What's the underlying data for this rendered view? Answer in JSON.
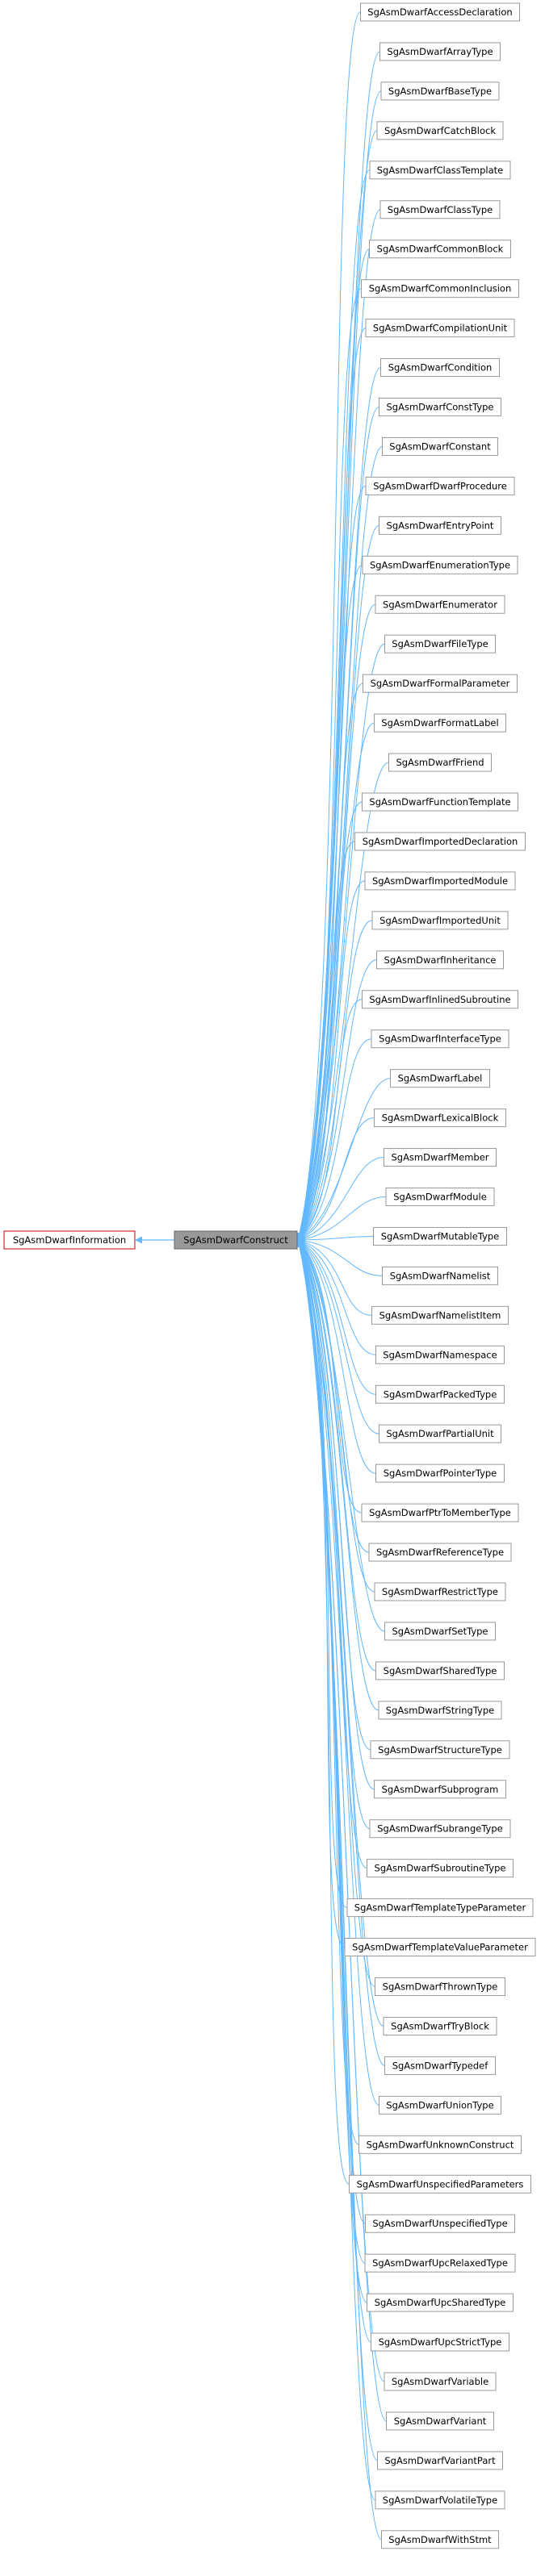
{
  "colors": {
    "edge": "#63b8ff",
    "node_border": "#999999",
    "focus_fill": "#999999",
    "focus_border": "#666666",
    "highlight_border": "#cc0000",
    "text": "#000000"
  },
  "diagram": {
    "base_node": {
      "label": "SgAsmDwarfInformation"
    },
    "focus_node": {
      "label": "SgAsmDwarfConstruct"
    },
    "derived_nodes": [
      "SgAsmDwarfAccessDeclaration",
      "SgAsmDwarfArrayType",
      "SgAsmDwarfBaseType",
      "SgAsmDwarfCatchBlock",
      "SgAsmDwarfClassTemplate",
      "SgAsmDwarfClassType",
      "SgAsmDwarfCommonBlock",
      "SgAsmDwarfCommonInclusion",
      "SgAsmDwarfCompilationUnit",
      "SgAsmDwarfCondition",
      "SgAsmDwarfConstType",
      "SgAsmDwarfConstant",
      "SgAsmDwarfDwarfProcedure",
      "SgAsmDwarfEntryPoint",
      "SgAsmDwarfEnumerationType",
      "SgAsmDwarfEnumerator",
      "SgAsmDwarfFileType",
      "SgAsmDwarfFormalParameter",
      "SgAsmDwarfFormatLabel",
      "SgAsmDwarfFriend",
      "SgAsmDwarfFunctionTemplate",
      "SgAsmDwarfImportedDeclaration",
      "SgAsmDwarfImportedModule",
      "SgAsmDwarfImportedUnit",
      "SgAsmDwarfInheritance",
      "SgAsmDwarfInlinedSubroutine",
      "SgAsmDwarfInterfaceType",
      "SgAsmDwarfLabel",
      "SgAsmDwarfLexicalBlock",
      "SgAsmDwarfMember",
      "SgAsmDwarfModule",
      "SgAsmDwarfMutableType",
      "SgAsmDwarfNamelist",
      "SgAsmDwarfNamelistItem",
      "SgAsmDwarfNamespace",
      "SgAsmDwarfPackedType",
      "SgAsmDwarfPartialUnit",
      "SgAsmDwarfPointerType",
      "SgAsmDwarfPtrToMemberType",
      "SgAsmDwarfReferenceType",
      "SgAsmDwarfRestrictType",
      "SgAsmDwarfSetType",
      "SgAsmDwarfSharedType",
      "SgAsmDwarfStringType",
      "SgAsmDwarfStructureType",
      "SgAsmDwarfSubprogram",
      "SgAsmDwarfSubrangeType",
      "SgAsmDwarfSubroutineType",
      "SgAsmDwarfTemplateTypeParameter",
      "SgAsmDwarfTemplateValueParameter",
      "SgAsmDwarfThrownType",
      "SgAsmDwarfTryBlock",
      "SgAsmDwarfTypedef",
      "SgAsmDwarfUnionType",
      "SgAsmDwarfUnknownConstruct",
      "SgAsmDwarfUnspecifiedParameters",
      "SgAsmDwarfUnspecifiedType",
      "SgAsmDwarfUpcRelaxedType",
      "SgAsmDwarfUpcSharedType",
      "SgAsmDwarfUpcStrictType",
      "SgAsmDwarfVariable",
      "SgAsmDwarfVariant",
      "SgAsmDwarfVariantPart",
      "SgAsmDwarfVolatileType",
      "SgAsmDwarfWithStmt"
    ]
  }
}
